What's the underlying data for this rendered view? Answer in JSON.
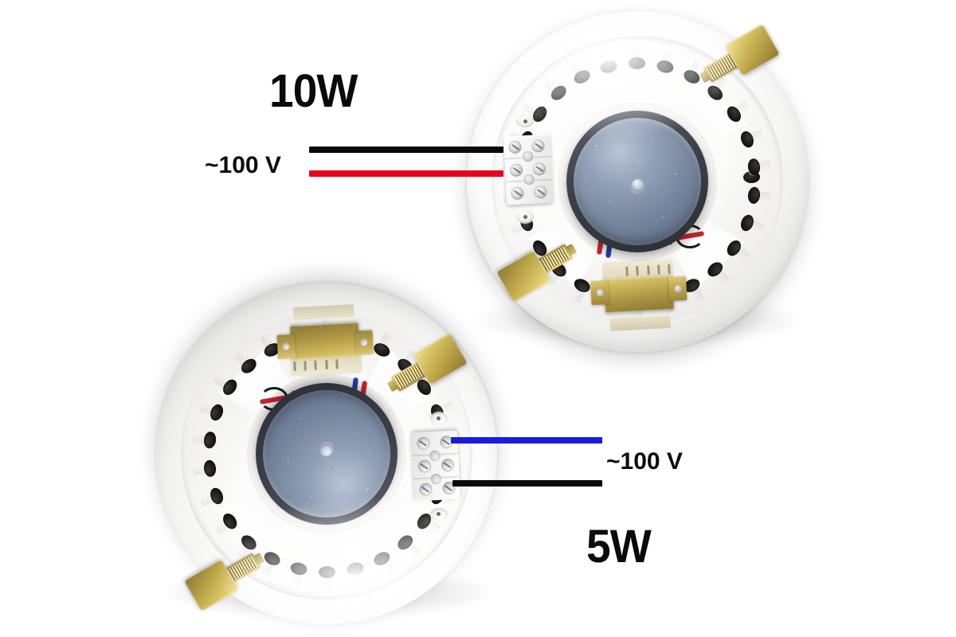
{
  "image": {
    "kind": "product-photo-wiring-diagram",
    "background_color": "#ffffff",
    "subject": "ceiling loudspeaker rear view, two units, 100V line transformer tap wiring"
  },
  "annotations": {
    "top": {
      "power_label": "10W",
      "voltage_label": "~100 V",
      "wires": [
        {
          "name": "black-lead",
          "color": "#0a0a0a"
        },
        {
          "name": "red-lead",
          "color": "#e8001c"
        }
      ]
    },
    "bottom": {
      "power_label": "5W",
      "voltage_label": "~100 V",
      "wires": [
        {
          "name": "blue-lead",
          "color": "#1a1ae0"
        },
        {
          "name": "black-lead",
          "color": "#0a0a0a"
        }
      ]
    }
  },
  "speakers": [
    {
      "id": "speaker-10w",
      "position": "top-right",
      "parts": [
        "white-plastic-basket",
        "vent-hole-ring",
        "radial-spoke-brace",
        "ferrite-magnet",
        "line-transformer",
        "screw-terminal-block",
        "spring-mounting-clip"
      ]
    },
    {
      "id": "speaker-5w",
      "position": "bottom-left",
      "parts": [
        "white-plastic-basket",
        "vent-hole-ring",
        "radial-spoke-brace",
        "ferrite-magnet",
        "line-transformer",
        "screw-terminal-block",
        "spring-mounting-clip"
      ]
    }
  ],
  "colors": {
    "background": "#ffffff",
    "housing_white": "#fbfbfa",
    "magnet_blue_grey": "#8a98af",
    "brass_gold": "#c9b158",
    "wire_red": "#e8001c",
    "wire_blue": "#1a1ae0",
    "wire_black": "#0a0a0a",
    "text_black": "#0d0d0d"
  }
}
